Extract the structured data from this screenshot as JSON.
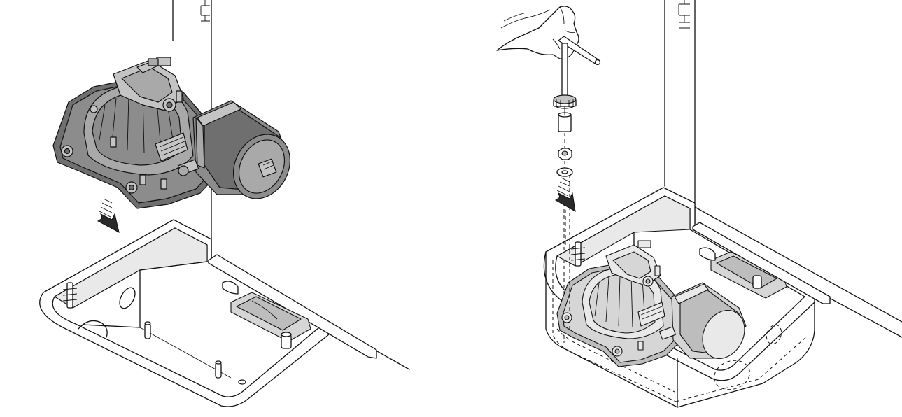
{
  "figure": {
    "panels": [
      {
        "id": "left",
        "step": "place-motor-in-box"
      },
      {
        "id": "right",
        "step": "fasten-motor-with-nut-and-washer"
      }
    ],
    "icons": [
      "down-arrow-icon",
      "hand-icon",
      "socket-wrench-icon",
      "nut-icon",
      "washer-icon"
    ],
    "colors": {
      "line": "#111111",
      "motor_fill": "#8c8c8c",
      "background": "#ffffff"
    }
  }
}
